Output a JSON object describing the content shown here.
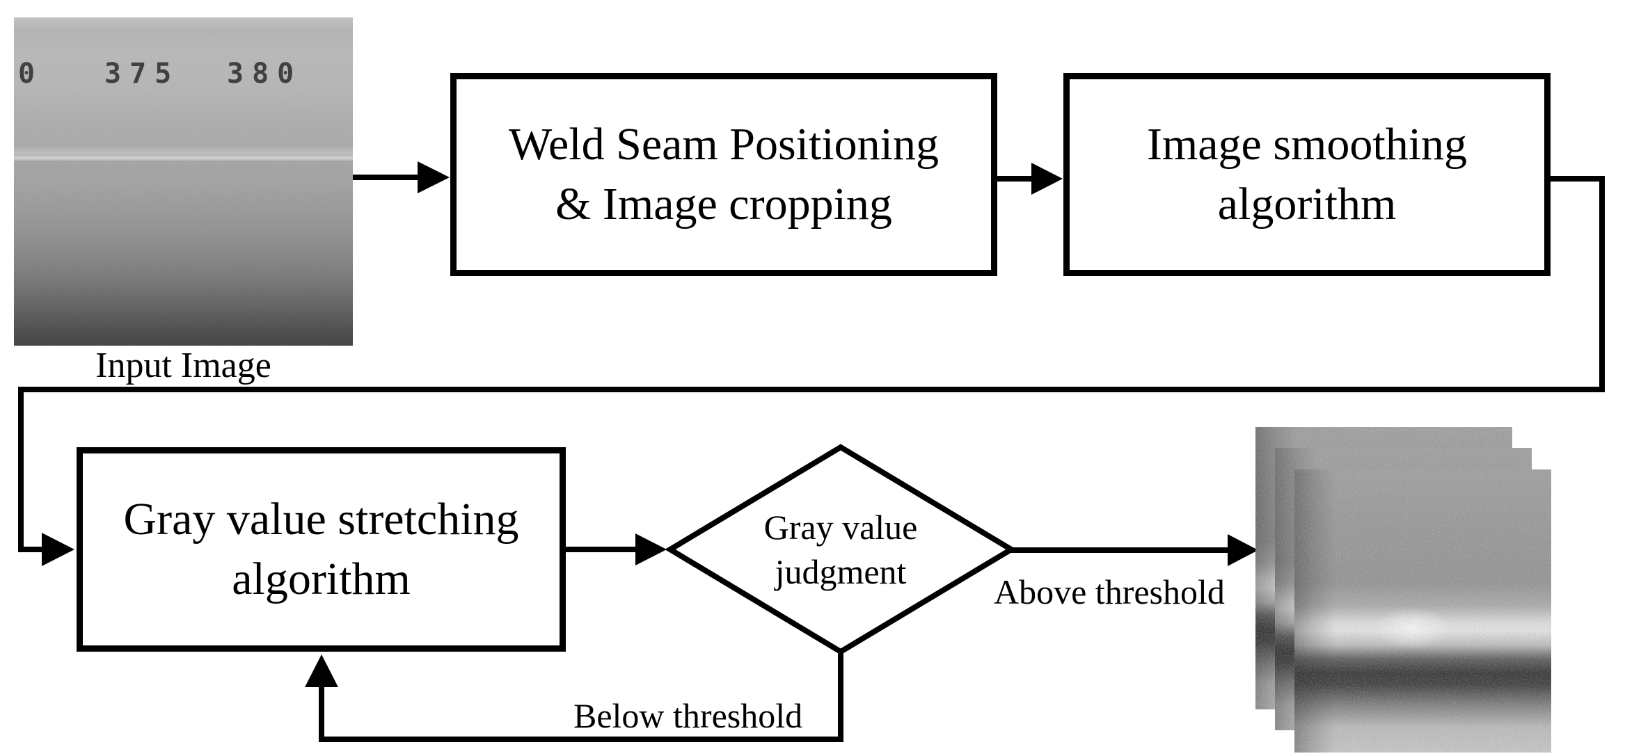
{
  "flowchart": {
    "input": {
      "label": "Input Image",
      "overlay_numbers": [
        "0",
        "375",
        "380"
      ]
    },
    "nodes": {
      "weld_seam": {
        "line1": "Weld Seam Positioning",
        "line2": "& Image cropping"
      },
      "smoothing": {
        "line1": "Image smoothing",
        "line2": "algorithm"
      },
      "stretching": {
        "line1": "Gray value stretching",
        "line2": "algorithm"
      },
      "judgment": {
        "line1": "Gray value",
        "line2": "judgment"
      }
    },
    "edge_labels": {
      "above": "Above threshold",
      "below": "Below threshold"
    },
    "colors": {
      "stroke": "#000000",
      "node_fill": "#ffffff",
      "background": "#ffffff",
      "text": "#000000",
      "image_number_color": "#3a3a3a"
    }
  }
}
